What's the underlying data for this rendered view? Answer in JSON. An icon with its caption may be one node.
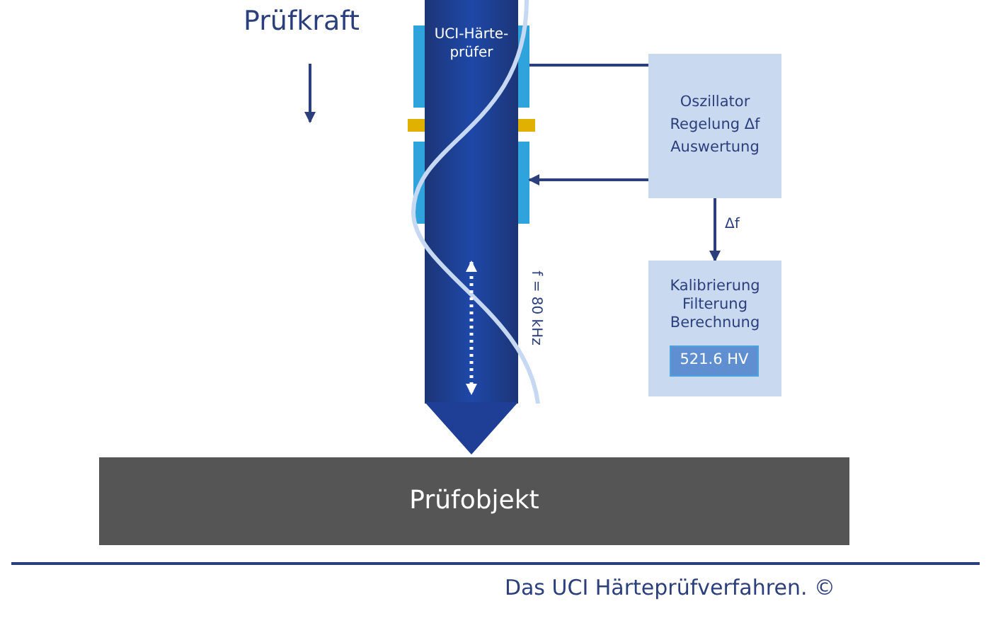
{
  "diagram": {
    "caption": "Das UCI Härteprüfverfahren. ©",
    "nodes": [
      {
        "text": [
          "UCI-Härte- prüfer"
        ]
      },
      {
        "text": [
          "Oszillator Regelung Δf Auswertung"
        ]
      },
      {
        "text": [
          "Kalibrierung Filterung Berechnung"
        ]
      },
      {
        "text": [
          "521.6 HV"
        ],
        "in": 2
      },
      {
        "text": [
          "Prüfobjekt"
        ]
      }
    ],
    "edges": [
      {
        "from": 0,
        "to": 1,
        "arrow": "none"
      },
      {
        "from": 1,
        "to": 0,
        "arrow": "to"
      },
      {
        "from": 1,
        "to": 2,
        "arrow": "to",
        "label": "Δf"
      }
    ],
    "labels": [
      "Prüfkraft",
      "f = 80 kHz"
    ]
  }
}
